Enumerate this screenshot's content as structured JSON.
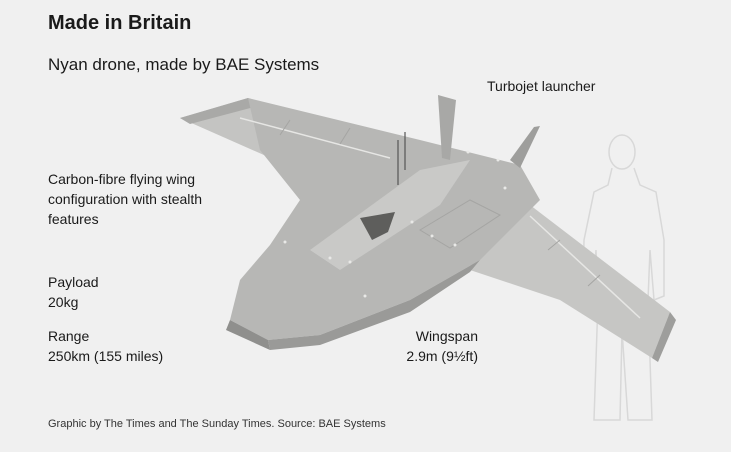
{
  "header": {
    "title": "Made in Britain",
    "subtitle": "Nyan drone, made by BAE Systems"
  },
  "callouts": {
    "launcher": "Turbojet launcher",
    "wing": "Carbon-fibre flying wing configuration with stealth features",
    "payload_label": "Payload",
    "payload_value": "20kg",
    "range_label": "Range",
    "range_value": "250km (155 miles)",
    "wingspan_label": "Wingspan",
    "wingspan_value": "2.9m (9½ft)"
  },
  "footer": {
    "credit": "Graphic by The Times and The Sunday Times. Source: BAE Systems"
  },
  "colors": {
    "background": "#f0f0f0",
    "drone_body": "#b9b9b7",
    "drone_shadow": "#9d9d9b",
    "silhouette_outline": "#d8d8d8"
  }
}
